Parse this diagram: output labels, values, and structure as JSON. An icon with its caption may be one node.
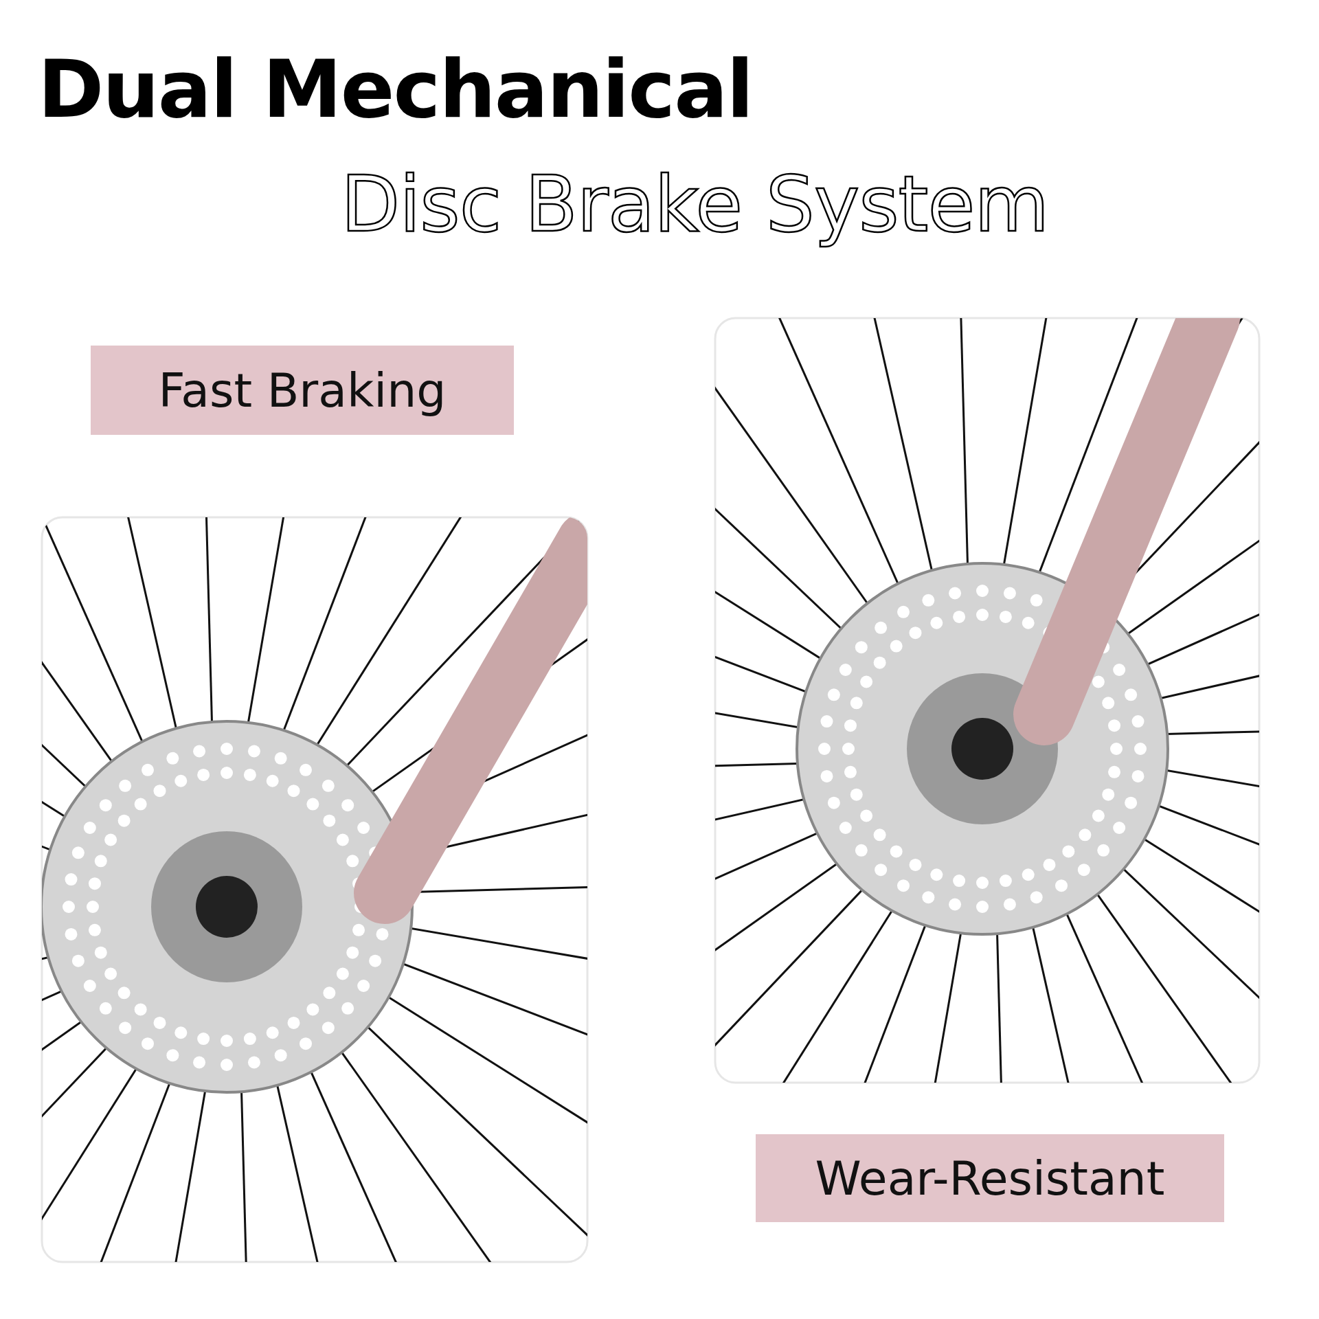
{
  "diagram": {
    "title": "Dual Mechanical",
    "nodes": [
      {
        "text": [
          "Fast Braking"
        ]
      },
      {
        "text": [
          "Wear-Resistant"
        ]
      }
    ],
    "labels": [
      "Disc Brake System"
    ]
  }
}
